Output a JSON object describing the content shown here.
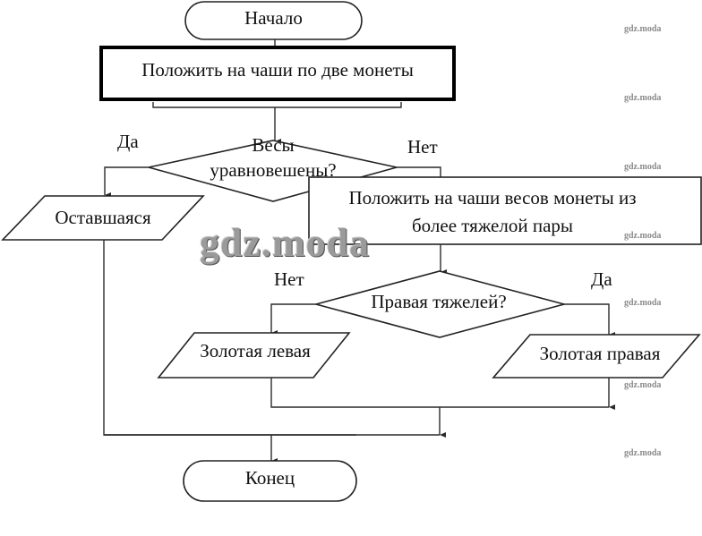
{
  "flowchart": {
    "start": "Начало",
    "step1": "Положить на чаши по две монеты",
    "decision1": {
      "line1": "Весы",
      "line2": "уравновешены?"
    },
    "decision1_yes": "Да",
    "decision1_no": "Нет",
    "output_remaining": "Оставшаяся",
    "step2": {
      "line1": "Положить на чаши весов монеты из",
      "line2": "более тяжелой пары"
    },
    "decision2": "Правая тяжелей?",
    "decision2_no": "Нет",
    "decision2_yes": "Да",
    "output_left": "Золотая левая",
    "output_right": "Золотая правая",
    "end": "Конец"
  },
  "watermark": {
    "big": "gdz.moda",
    "small": "gdz.moda"
  }
}
